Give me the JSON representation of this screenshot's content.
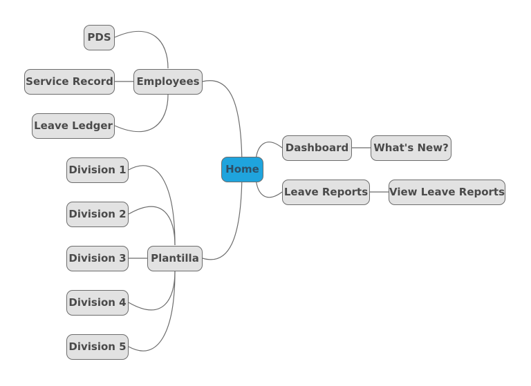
{
  "mindmap": {
    "root": {
      "label": "Home",
      "color": "#1fa4dd"
    },
    "node_fill": "#e2e2e2",
    "edge_color": "#6b6b6b",
    "nodes": {
      "employees": "Employees",
      "pds": "PDS",
      "service_record": "Service Record",
      "leave_ledger": "Leave Ledger",
      "plantilla": "Plantilla",
      "division_1": "Division 1",
      "division_2": "Division 2",
      "division_3": "Division 3",
      "division_4": "Division 4",
      "division_5": "Division 5",
      "dashboard": "Dashboard",
      "whats_new": "What's New?",
      "leave_reports": "Leave Reports",
      "view_leave_reports": "View Leave Reports"
    }
  }
}
